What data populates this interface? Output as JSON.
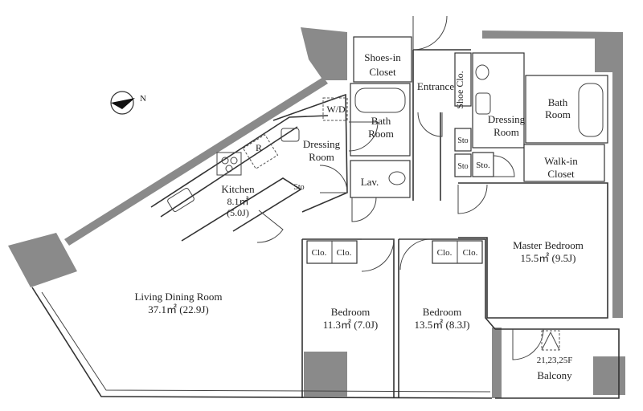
{
  "rooms": {
    "shoes_in_closet": [
      "Shoes-in",
      "Closet"
    ],
    "entrance": "Entrance",
    "shoe_clo": "Shoe Clo.",
    "w_d": "W/D",
    "bath_left": [
      "Bath",
      "Room"
    ],
    "bath_right": [
      "Bath",
      "Room"
    ],
    "dressing_left": [
      "Dressing",
      "Room"
    ],
    "dressing_right": [
      "Dressing",
      "Room"
    ],
    "refrigerator": "R",
    "kitchen": [
      "Kitchen",
      "8.1㎡",
      "(5.0J)"
    ],
    "sto_kitchen": "Sto",
    "lav": "Lav.",
    "sto_1": "Sto",
    "sto_2": "Sto",
    "sto_3": "Sto.",
    "walk_in_closet": [
      "Walk-in",
      "Closet"
    ],
    "master_bedroom": [
      "Master Bedroom",
      "15.5㎡ (9.5J)"
    ],
    "living_dining": [
      "Living Dining Room",
      "37.1㎡ (22.9J)"
    ],
    "bedroom_1": [
      "Bedroom",
      "11.3㎡ (7.0J)"
    ],
    "bedroom_2": [
      "Bedroom",
      "13.5㎡ (8.3J)"
    ],
    "clo_1": "Clo.",
    "clo_2": "Clo.",
    "clo_3": "Clo.",
    "clo_4": "Clo.",
    "floors": "21,23,25F",
    "balcony": "Balcony",
    "north": "N"
  },
  "colors": {
    "wall": "#8a8a8a",
    "line": "#333333"
  }
}
